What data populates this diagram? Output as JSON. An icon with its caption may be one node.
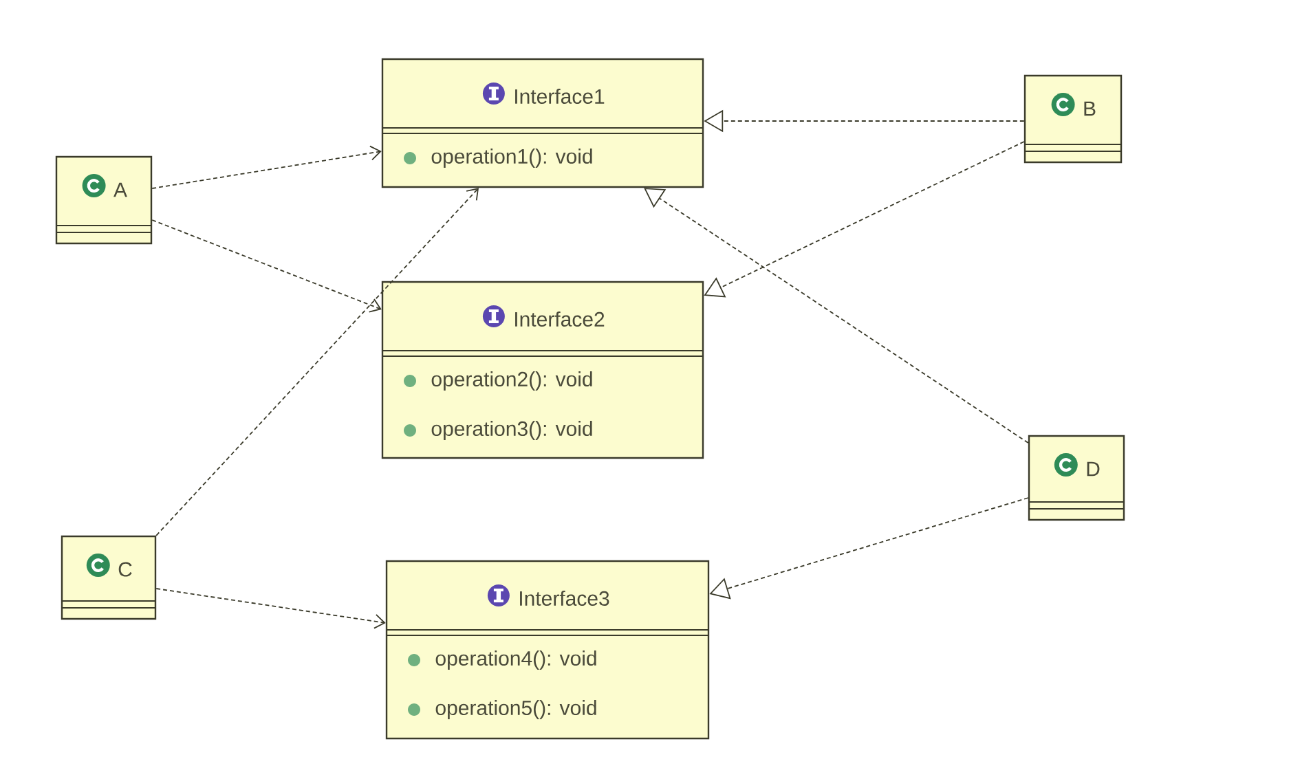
{
  "diagram": {
    "nodes": [
      {
        "text": [
          "Interface1",
          "operation1(): void"
        ]
      },
      {
        "text": [
          "B"
        ]
      },
      {
        "text": [
          "A"
        ]
      },
      {
        "text": [
          "Interface2",
          "operation2(): void",
          "operation3(): void"
        ]
      },
      {
        "text": [
          "D"
        ]
      },
      {
        "text": [
          "C"
        ]
      },
      {
        "text": [
          "Interface3",
          "operation4(): void",
          "operation5(): void"
        ]
      }
    ],
    "edges": [
      {
        "from": 2,
        "to": 0,
        "arrow": "to",
        "style": "dashed"
      },
      {
        "from": 2,
        "to": 3,
        "arrow": "to",
        "style": "dashed"
      },
      {
        "from": 5,
        "to": 0,
        "arrow": "to",
        "style": "dashed"
      },
      {
        "from": 5,
        "to": 6,
        "arrow": "to",
        "style": "dashed"
      },
      {
        "from": 1,
        "to": 0,
        "arrow": "to",
        "style": "dashed"
      },
      {
        "from": 1,
        "to": 3,
        "arrow": "to",
        "style": "dashed"
      },
      {
        "from": 4,
        "to": 0,
        "arrow": "to",
        "style": "dashed"
      },
      {
        "from": 4,
        "to": 6,
        "arrow": "to",
        "style": "dashed"
      }
    ]
  }
}
